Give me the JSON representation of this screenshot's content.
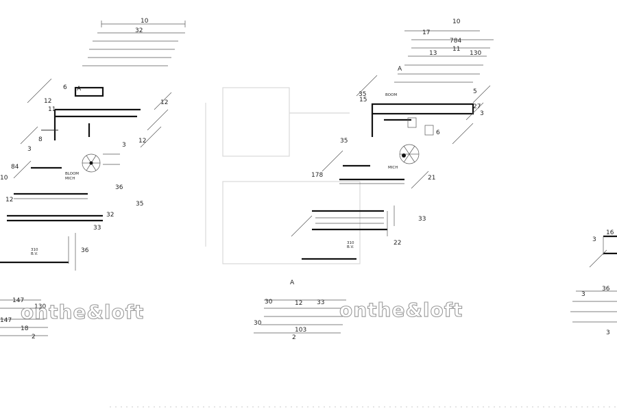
{
  "watermark": "onthe&loft",
  "left_plan": {
    "dimensions": [
      "10",
      "32",
      "12",
      "6",
      "12",
      "11",
      "3",
      "8",
      "12",
      "84",
      "10",
      "36",
      "33",
      "36",
      "12",
      "35",
      "32",
      "147",
      "147",
      "130",
      "18",
      "2",
      "3"
    ],
    "notes": [
      "BLOOM",
      "MICH",
      "310",
      "B.V."
    ],
    "section_marker": "A"
  },
  "center_plan": {
    "dimensions": [
      "10",
      "17",
      "784",
      "11",
      "13",
      "130",
      "15",
      "35",
      "5",
      "27",
      "3",
      "35",
      "178",
      "21",
      "33",
      "22",
      "30",
      "12",
      "33",
      "30",
      "103",
      "2",
      "6"
    ],
    "notes": [
      "BOOM",
      "MICH",
      "310",
      "B.V."
    ],
    "section_marker": "A"
  },
  "right_plan": {
    "dimensions": [
      "16",
      "3",
      "36",
      "3",
      "3"
    ]
  }
}
